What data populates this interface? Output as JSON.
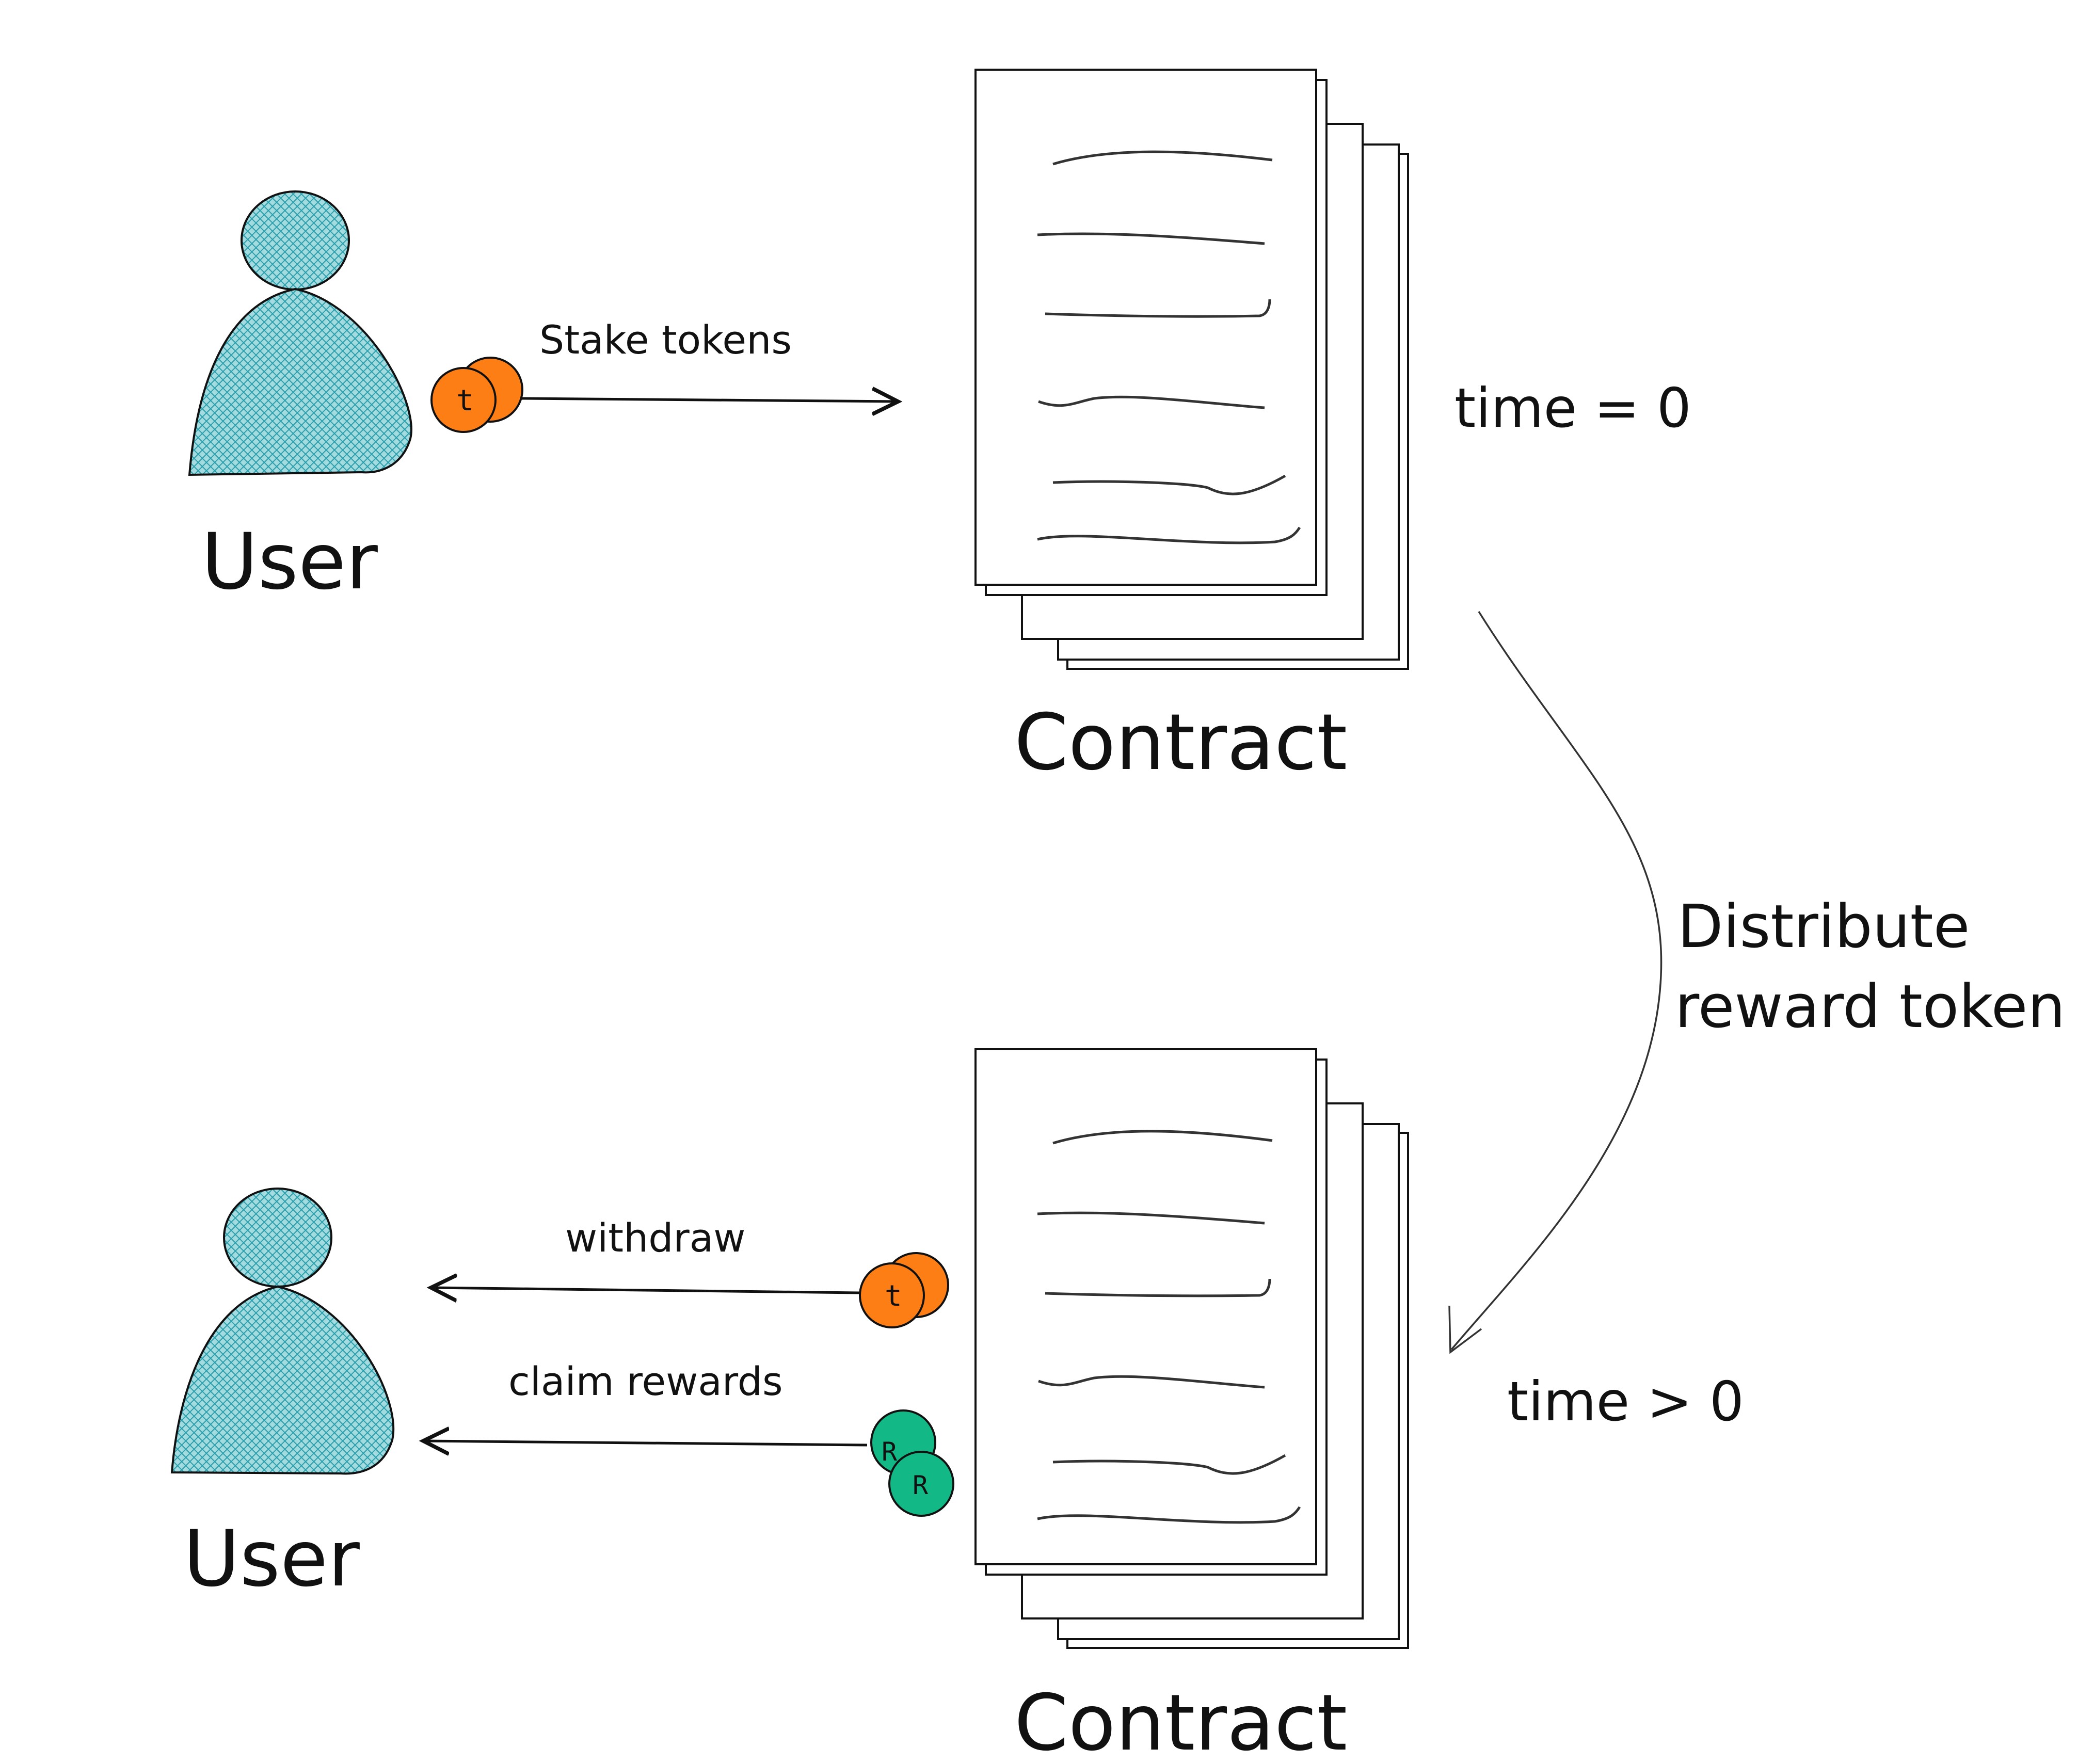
{
  "colors": {
    "ink": "#111111",
    "person_fill": "#a3dbe0",
    "person_hatch": "#2a9fab",
    "stake_coin": "#fd7e14",
    "reward_coin": "#12b886",
    "paper": "#ffffff"
  },
  "top_section": {
    "user_label": "User",
    "contract_label": "Contract",
    "arrow_label": "Stake tokens",
    "coin_letter": "t",
    "time_label": "time = 0"
  },
  "transition": {
    "line1": "Distribute",
    "line2": "reward token"
  },
  "bottom_section": {
    "user_label": "User",
    "contract_label": "Contract",
    "withdraw_label": "withdraw",
    "claim_label": "claim rewards",
    "stake_coin_letter": "t",
    "reward_coin_letter_back": "R",
    "reward_coin_letter_front": "R",
    "time_label": "time > 0"
  },
  "icons": {
    "user_top": "person-icon",
    "user_bottom": "person-icon",
    "contract_top": "document-stack-icon",
    "contract_bottom": "document-stack-icon"
  }
}
